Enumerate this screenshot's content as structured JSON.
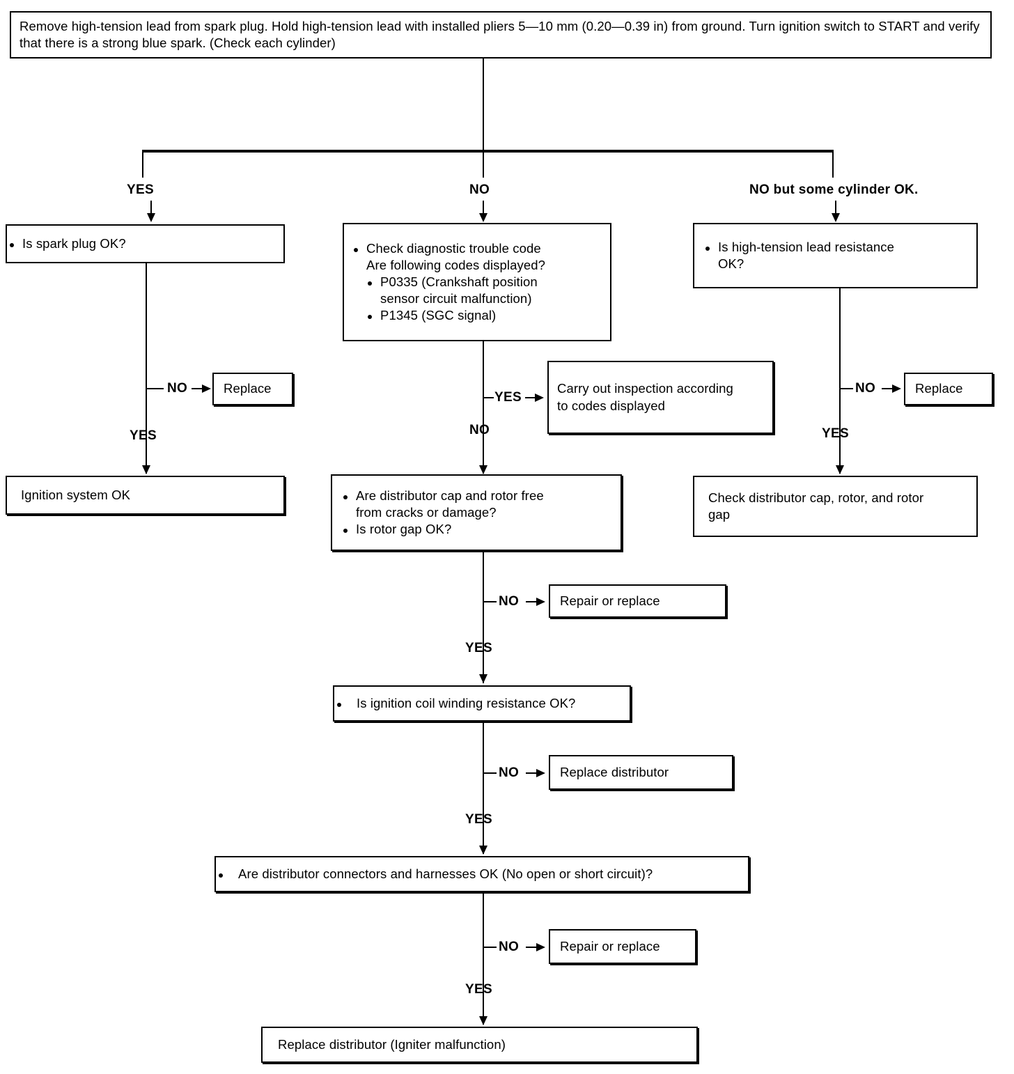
{
  "diagram": {
    "title": "Ignition system diagnostic flowchart",
    "start": {
      "text": "Remove high-tension lead from spark plug. Hold high-tension lead with installed pliers 5—10 mm (0.20—0.39 in) from ground. Turn ignition switch to START and verify that there is a strong blue spark. (Check each cylinder)"
    },
    "branch_labels": {
      "yes": "YES",
      "no": "NO",
      "no_some_cylinder": "NO but some cylinder OK."
    },
    "left_column": {
      "q_spark_plug": "Is spark plug OK?",
      "no_label": "NO",
      "replace": "Replace",
      "yes_label": "YES",
      "result": "Ignition system OK"
    },
    "center_column": {
      "q_dtc_line1": "Check diagnostic trouble code",
      "q_dtc_line2": "Are following codes displayed?",
      "code1_line1": "P0335 (Crankshaft position",
      "code1_line2": "sensor circuit malfunction)",
      "code2": "P1345 (SGC signal)",
      "yes_label_1": "YES",
      "carry_out_line1": "Carry out inspection according",
      "carry_out_line2": "to codes displayed",
      "no_label_1": "NO",
      "q_cap_rotor_line1": "Are distributor cap and rotor free",
      "q_cap_rotor_line2": "from cracks or damage?",
      "q_rotor_gap": "Is rotor gap OK?",
      "no_label_2": "NO",
      "repair_or_replace_1": "Repair or replace",
      "yes_label_2": "YES",
      "q_coil": "Is ignition coil winding resistance OK?",
      "no_label_3": "NO",
      "replace_distributor_1": "Replace distributor",
      "yes_label_3": "YES",
      "q_connectors": "Are distributor connectors and harnesses OK (No open or short circuit)?",
      "no_label_4": "NO",
      "repair_or_replace_2": "Repair or replace",
      "yes_label_4": "YES",
      "final": "Replace distributor (Igniter malfunction)"
    },
    "right_column": {
      "q_ht_lead_line1": "Is high-tension lead resistance",
      "q_ht_lead_line2": "OK?",
      "no_label": "NO",
      "replace": "Replace",
      "yes_label": "YES",
      "result_line1": "Check distributor cap, rotor, and rotor",
      "result_line2": "gap"
    }
  }
}
